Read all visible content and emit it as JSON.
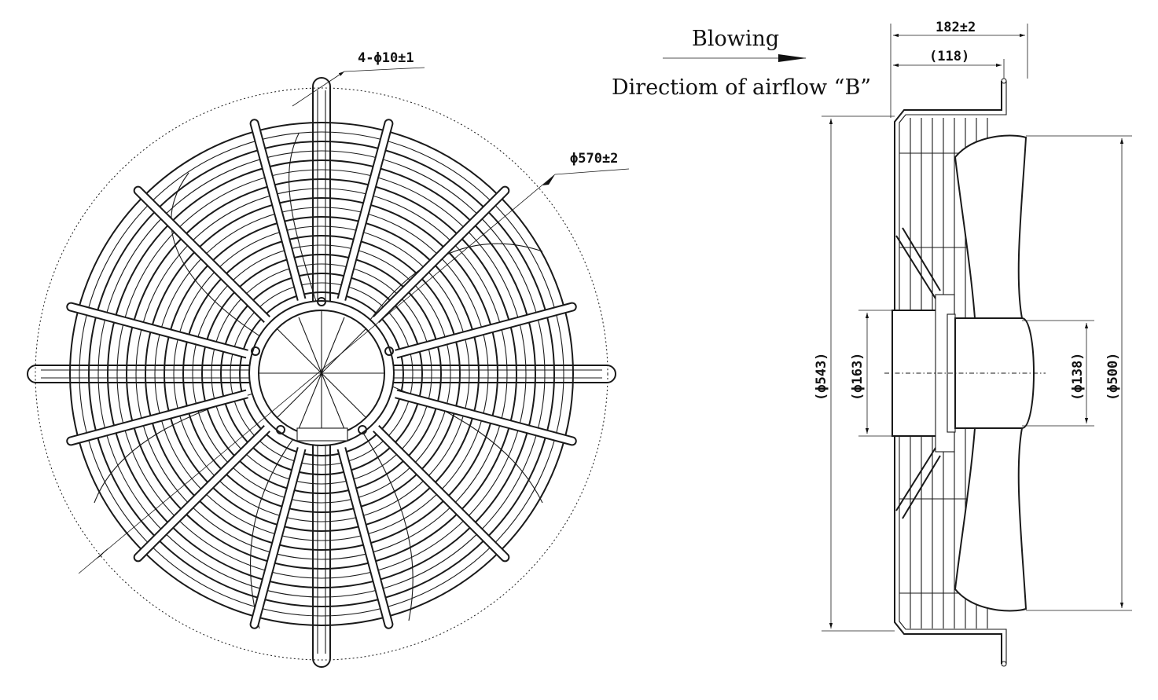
{
  "annotations": {
    "hole_spec": "4-ϕ10±1",
    "outer_diameter": "ϕ570±2",
    "depth_total": "182±2",
    "depth_inner": "(118)",
    "dia_543": "(ϕ543)",
    "dia_163": "(ϕ163)",
    "dia_138": "(ϕ138)",
    "dia_500": "(ϕ500)"
  },
  "airflow": {
    "title": "Blowing",
    "label": "Directiom of airflow “B”"
  }
}
